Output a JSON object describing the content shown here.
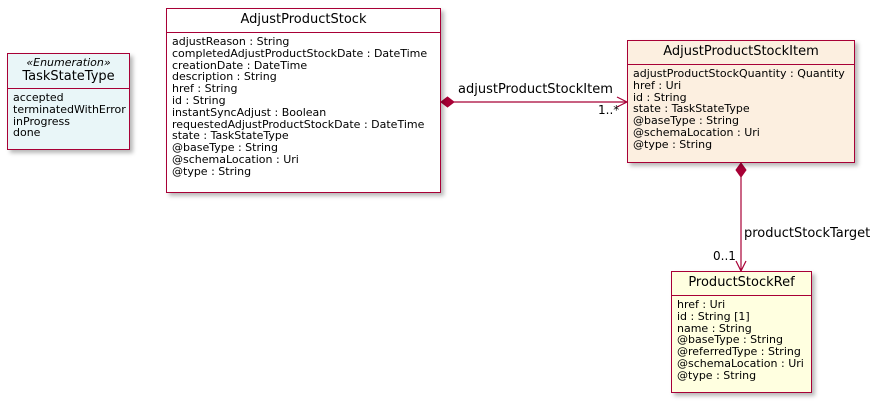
{
  "colors": {
    "border": "#a80036",
    "enum_bg": "#e9f6f8",
    "class_bg": "#ffffff",
    "item_bg": "#fcefe0",
    "ref_bg": "#ffffe0"
  },
  "classes": {
    "task_state_type": {
      "stereotype": "«Enumeration»",
      "name": "TaskStateType",
      "attributes": [
        "accepted",
        "terminatedWithError",
        "inProgress",
        "done"
      ]
    },
    "adjust_product_stock": {
      "name": "AdjustProductStock",
      "attributes": [
        "adjustReason : String",
        "completedAdjustProductStockDate : DateTime",
        "creationDate : DateTime",
        "description : String",
        "href : String",
        "id : String",
        "instantSyncAdjust : Boolean",
        "requestedAdjustProductStockDate : DateTime",
        "state : TaskStateType",
        "@baseType : String",
        "@schemaLocation : Uri",
        "@type : String"
      ]
    },
    "adjust_product_stock_item": {
      "name": "AdjustProductStockItem",
      "attributes": [
        "adjustProductStockQuantity : Quantity",
        "href : Uri",
        "id : String",
        "state : TaskStateType",
        "@baseType : String",
        "@schemaLocation : Uri",
        "@type : String"
      ]
    },
    "product_stock_ref": {
      "name": "ProductStockRef",
      "attributes": [
        "href : Uri",
        "id : String [1]",
        "name : String",
        "@baseType : String",
        "@referredType : String",
        "@schemaLocation : Uri",
        "@type : String"
      ]
    }
  },
  "associations": {
    "stock_item": {
      "label": "adjustProductStockItem",
      "multiplicity": "1..*"
    },
    "stock_target": {
      "label": "productStockTarget",
      "multiplicity": "0..1"
    }
  }
}
